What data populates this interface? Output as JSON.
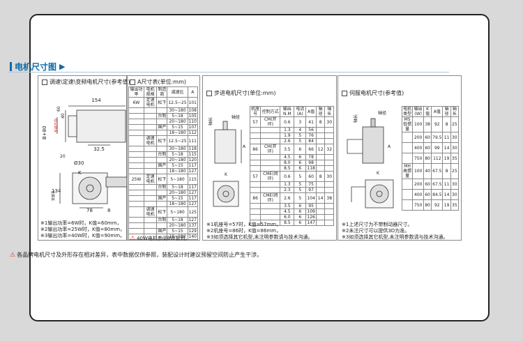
{
  "section_title": "电机尺寸图",
  "panels": {
    "p1": {
      "header": "调速\\定速\\变频电机尺寸(参考值)"
    },
    "p2": {
      "header": "A尺寸表(单位:mm)"
    },
    "p3": {
      "header": "步进电机尺寸(单位:mm)"
    },
    "p4": {
      "header": "伺服电机尺寸(参考值)"
    }
  },
  "drawing1": {
    "d154": "154",
    "d32_5": "32.5",
    "d30": "Ø30",
    "d134": "134",
    "d78": "78",
    "d8": "8",
    "b80": "B+80",
    "k": "K",
    "d60": "60",
    "d40": "40",
    "d20": "20",
    "d8b": "8",
    "side1": "反转方向",
    "side2": "安装孔",
    "hole": "安装孔"
  },
  "notes1": [
    "※1输出功率=6W时，K值=60mm，",
    "※2输出功率=25W时，K值=80mm，",
    "※3输出功率=40W时，K值=90mm。"
  ],
  "table_a": {
    "headers": [
      "输出功率",
      "电机",
      "规格",
      "制造商",
      "减速比",
      "A"
    ],
    "rows": [
      [
        "6W",
        "定速电机",
        "松下",
        "12.5~25",
        "101"
      ],
      [
        "",
        "",
        "",
        "30~180",
        "108"
      ],
      [
        "",
        "",
        "台制",
        "5~18",
        "105"
      ],
      [
        "",
        "",
        "",
        "20~180",
        "110"
      ],
      [
        "",
        "",
        "国产",
        "5~15",
        "107"
      ],
      [
        "",
        "",
        "",
        "18~180",
        "112"
      ],
      [
        "",
        "调速电机",
        "松下",
        "12.5~25",
        "111"
      ],
      [
        "",
        "",
        "",
        "30~180",
        "118"
      ],
      [
        "",
        "",
        "台制",
        "5~18",
        "115"
      ],
      [
        "",
        "",
        "",
        "20~180",
        "120"
      ],
      [
        "",
        "",
        "国产",
        "5~15",
        "117"
      ],
      [
        "",
        "",
        "",
        "18~180",
        "127"
      ],
      [
        "25W",
        "定速电机",
        "松下",
        "5~180",
        "115"
      ],
      [
        "",
        "",
        "台制",
        "5~18",
        "117"
      ],
      [
        "",
        "",
        "",
        "20~180",
        "127"
      ],
      [
        "",
        "",
        "国产",
        "5~15",
        "117"
      ],
      [
        "",
        "",
        "",
        "18~180",
        "127"
      ],
      [
        "",
        "调速电机",
        "松下",
        "5~180",
        "125"
      ],
      [
        "",
        "",
        "台制",
        "5~18",
        "127"
      ],
      [
        "",
        "",
        "",
        "20~180",
        "137"
      ],
      [
        "",
        "",
        "国产",
        "5~15",
        "129"
      ],
      [
        "",
        "",
        "",
        "18~180",
        "140"
      ]
    ],
    "foot": "40W电机参阅BW系列。"
  },
  "stepper": {
    "labels": {
      "shaft": "轴长",
      "dia": "轴径",
      "a": "A",
      "k": "K"
    },
    "headers": [
      "机座号",
      "控制方式",
      "输出N.M",
      "电流(A)",
      "A值",
      "轴径",
      "轴长"
    ],
    "rows": [
      [
        "57",
        "CM(开环)",
        "0.6",
        "3",
        "41",
        "8",
        "30"
      ],
      [
        "",
        "",
        "1.3",
        "4",
        "56",
        "",
        ""
      ],
      [
        "",
        "",
        "1.9",
        "5",
        "76",
        "",
        ""
      ],
      [
        "",
        "",
        "2.6",
        "5",
        "84",
        "",
        ""
      ],
      [
        "86",
        "CM(开环)",
        "3.5",
        "6",
        "66",
        "12",
        "32"
      ],
      [
        "",
        "",
        "4.5",
        "6",
        "78",
        "",
        ""
      ],
      [
        "",
        "",
        "8.0",
        "6",
        "98",
        "",
        ""
      ],
      [
        "",
        "",
        "8.5",
        "6",
        "118",
        "",
        ""
      ],
      [
        "57",
        "CME(闭环)",
        "0.6",
        "5",
        "60",
        "8",
        "30"
      ],
      [
        "",
        "",
        "1.3",
        "5",
        "75",
        "",
        ""
      ],
      [
        "",
        "",
        "2.3",
        "5",
        "97",
        "",
        ""
      ],
      [
        "86",
        "CME(闭环)",
        "2.6",
        "5",
        "104",
        "14",
        "38"
      ],
      [
        "",
        "",
        "3.5",
        "6",
        "95",
        "",
        ""
      ],
      [
        "",
        "",
        "4.5",
        "6",
        "109",
        "",
        ""
      ],
      [
        "",
        "",
        "6.0",
        "6",
        "126",
        "",
        ""
      ],
      [
        "",
        "",
        "8.5",
        "6",
        "147",
        "",
        ""
      ]
    ],
    "notes": [
      "※1机座号=57时，K值=57mm，",
      "※2机座号=86时，K值=86mm，",
      "※3如须选择其它机型,未注明参数请与技术沟通。"
    ]
  },
  "servo": {
    "labels": {
      "shaft": "轴长",
      "dia": "轴径",
      "a": "A",
      "k": "K"
    },
    "headers": [
      "电机类型",
      "输出(W)",
      "K值",
      "A值",
      "轴径",
      "轴长"
    ],
    "rows": [
      [
        "MS低惯量",
        "100",
        "38",
        "92",
        "8",
        "25"
      ],
      [
        "",
        "200",
        "60",
        "79.5",
        "11",
        "30"
      ],
      [
        "",
        "400",
        "60",
        "99",
        "14",
        "30"
      ],
      [
        "",
        "750",
        "80",
        "112",
        "19",
        "35"
      ],
      [
        "MH高惯量",
        "100",
        "40",
        "67.5",
        "8",
        "25"
      ],
      [
        "",
        "200",
        "60",
        "67.5",
        "11",
        "30"
      ],
      [
        "",
        "400",
        "60",
        "84.5",
        "14",
        "30"
      ],
      [
        "",
        "750",
        "80",
        "92",
        "19",
        "35"
      ]
    ],
    "notes": [
      "※1上述尺寸为不带制动器尺寸。",
      "※2未注尺寸可以提供3D为准。",
      "※3如须选择其它机型,未注明参数请与技术沟通。"
    ]
  },
  "warning": "各品牌电机尺寸及外形存在相对差异，表中数据仅供参照，装配设计时建议预留空间防止产生干涉。"
}
